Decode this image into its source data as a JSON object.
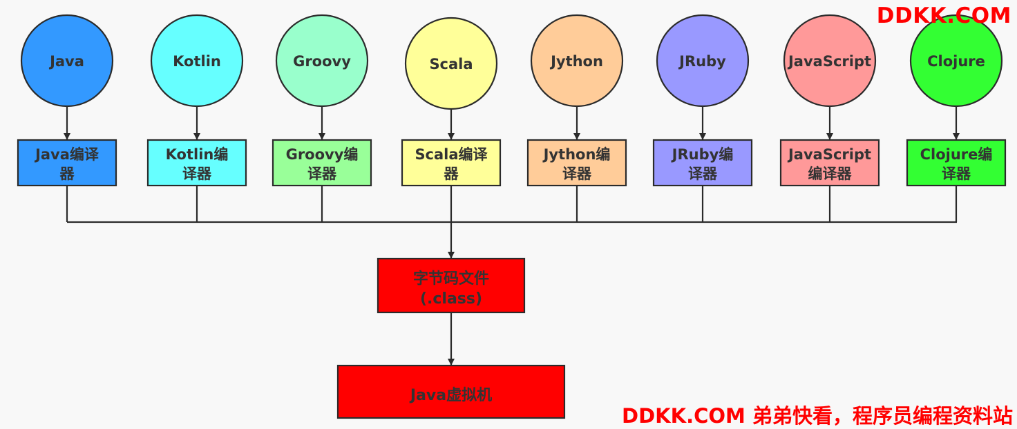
{
  "languages": [
    {
      "name": "Java",
      "compiler_lines": [
        "Java编译",
        "器"
      ],
      "circle_color": "#3399ff",
      "box_color": "#3399ff"
    },
    {
      "name": "Kotlin",
      "compiler_lines": [
        "Kotlin编",
        "译器"
      ],
      "circle_color": "#66ffff",
      "box_color": "#66ffff"
    },
    {
      "name": "Groovy",
      "compiler_lines": [
        "Groovy编",
        "译器"
      ],
      "circle_color": "#99ffcc",
      "box_color": "#99ff99"
    },
    {
      "name": "Scala",
      "compiler_lines": [
        "Scala编译",
        "器"
      ],
      "circle_color": "#ffff99",
      "box_color": "#ffff99"
    },
    {
      "name": "Jython",
      "compiler_lines": [
        "Jython编",
        "译器"
      ],
      "circle_color": "#ffcc99",
      "box_color": "#ffcc99"
    },
    {
      "name": "JRuby",
      "compiler_lines": [
        "JRuby编",
        "译器"
      ],
      "circle_color": "#9999ff",
      "box_color": "#9999ff"
    },
    {
      "name": "JavaScript",
      "compiler_lines": [
        "JavaScript",
        "编译器"
      ],
      "circle_color": "#ff9999",
      "box_color": "#ff9999"
    },
    {
      "name": "Clojure",
      "compiler_lines": [
        "Clojure编",
        "译器"
      ],
      "circle_color": "#33ff33",
      "box_color": "#33ff33"
    }
  ],
  "bytecode": {
    "lines": [
      "字节码文件",
      "(.class)"
    ],
    "color": "#ff0000"
  },
  "jvm": {
    "label": "Java虚拟机",
    "color": "#ff0000"
  },
  "watermark_top": "DDKK.COM",
  "watermark_bottom": "DDKK.COM 弟弟快看，程序员编程资料站"
}
